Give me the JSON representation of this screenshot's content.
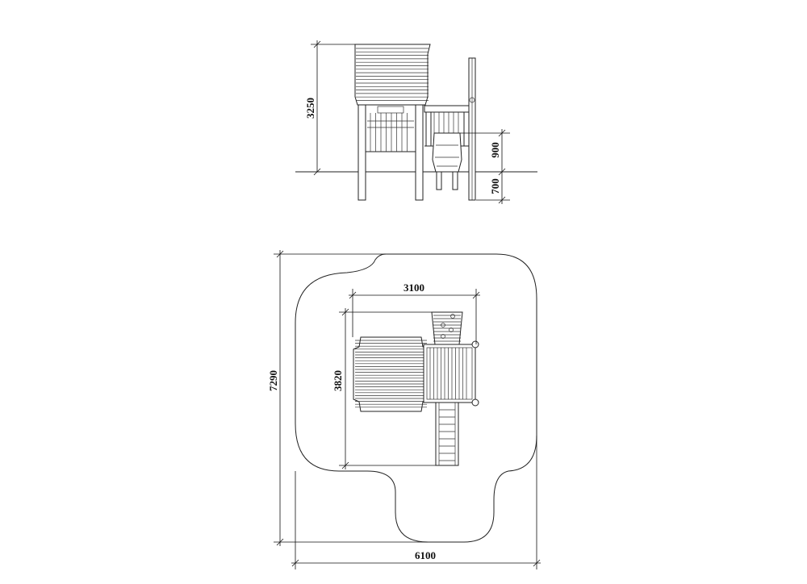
{
  "dimensions": {
    "height_total": "3250",
    "platform_height": "900",
    "foundation_depth": "700",
    "plan_width": "3100",
    "plan_depth": "3820",
    "safety_zone_depth": "7290",
    "safety_zone_width": "6100"
  },
  "colors": {
    "line": "#222222",
    "background": "#ffffff"
  }
}
